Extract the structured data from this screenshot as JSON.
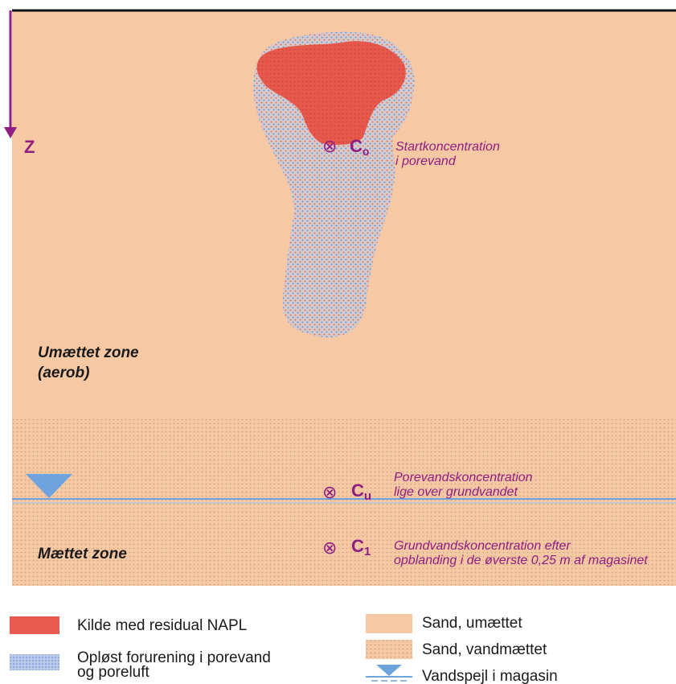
{
  "axis": {
    "label": "Z"
  },
  "points": [
    {
      "symbol": "⊗",
      "label": "C",
      "sub": "o",
      "note": [
        "Startkoncentration",
        "i porevand"
      ]
    },
    {
      "symbol": "⊗",
      "label": "C",
      "sub": "u",
      "note": [
        "Porevandskoncentration",
        "lige over grundvandet"
      ]
    },
    {
      "symbol": "⊗",
      "label": "C",
      "sub": "1",
      "note": [
        "Grundvandskoncentration efter",
        "opblanding i de øverste 0,25 m af magasinet"
      ]
    }
  ],
  "zones": {
    "unsaturated": [
      "Umættet zone",
      "(aerob)"
    ],
    "saturated": "Mættet zone"
  },
  "legend": {
    "napl": "Kilde med residual NAPL",
    "dissolved": [
      "Opløst forurening i porevand",
      "og poreluft"
    ],
    "sand_unsat": "Sand, umættet",
    "sand_sat": "Sand, vandmættet",
    "water_table": "Vandspejl i magasin"
  },
  "colors": {
    "sand": "#f6c8a4",
    "napl": "#e65a4f",
    "plume": "#cfc4c8",
    "water": "#6fa3de",
    "label": "#8e1e82",
    "sat_dot": "#c9a585"
  }
}
